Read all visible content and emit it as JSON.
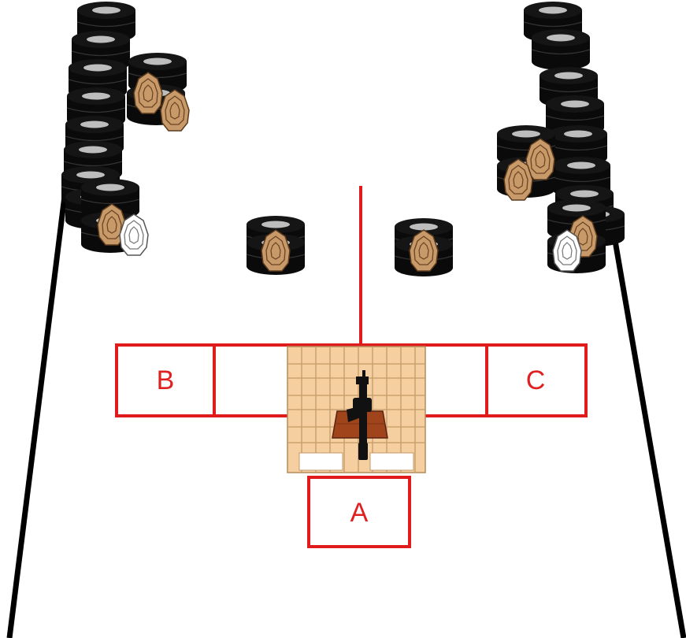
{
  "colors": {
    "background": "#ffffff",
    "boundary": "#000000",
    "red_lines": "#e01b1b",
    "tire": "#0a0a0a",
    "tire_top": "#bdbdbd",
    "target_steel": "#c89a6a",
    "target_nonthreat": "#ffffff",
    "pallet": "#f5cf9f",
    "table": "#a0441c"
  },
  "boxes": {
    "A": {
      "label": "A"
    },
    "B": {
      "label": "B"
    },
    "C": {
      "label": "C"
    }
  },
  "icons": {
    "tire": "tire-icon",
    "steel_target": "steel-target-icon",
    "no_shoot_target": "no-shoot-target-icon",
    "rifle": "rifle-icon",
    "pallet": "pallet-icon"
  }
}
